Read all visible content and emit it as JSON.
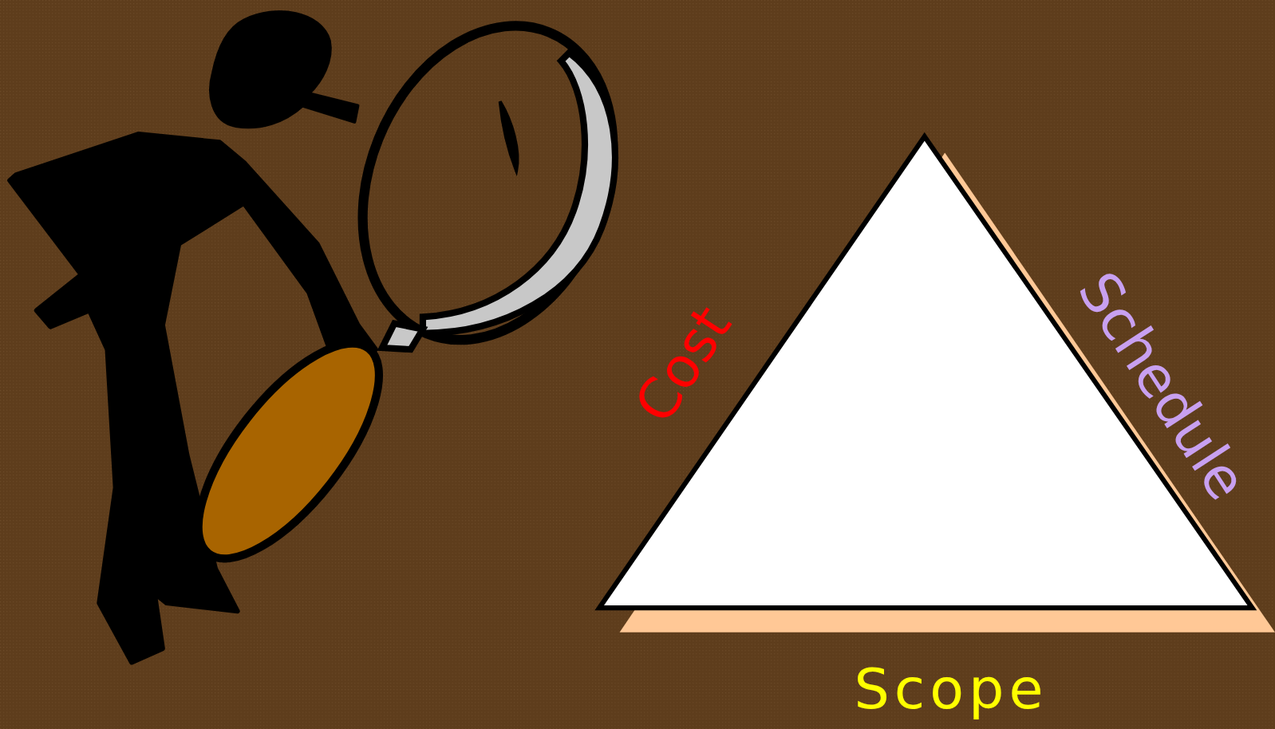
{
  "diagram": {
    "labels": [
      "Cost",
      "Schedule",
      "Scope"
    ]
  }
}
